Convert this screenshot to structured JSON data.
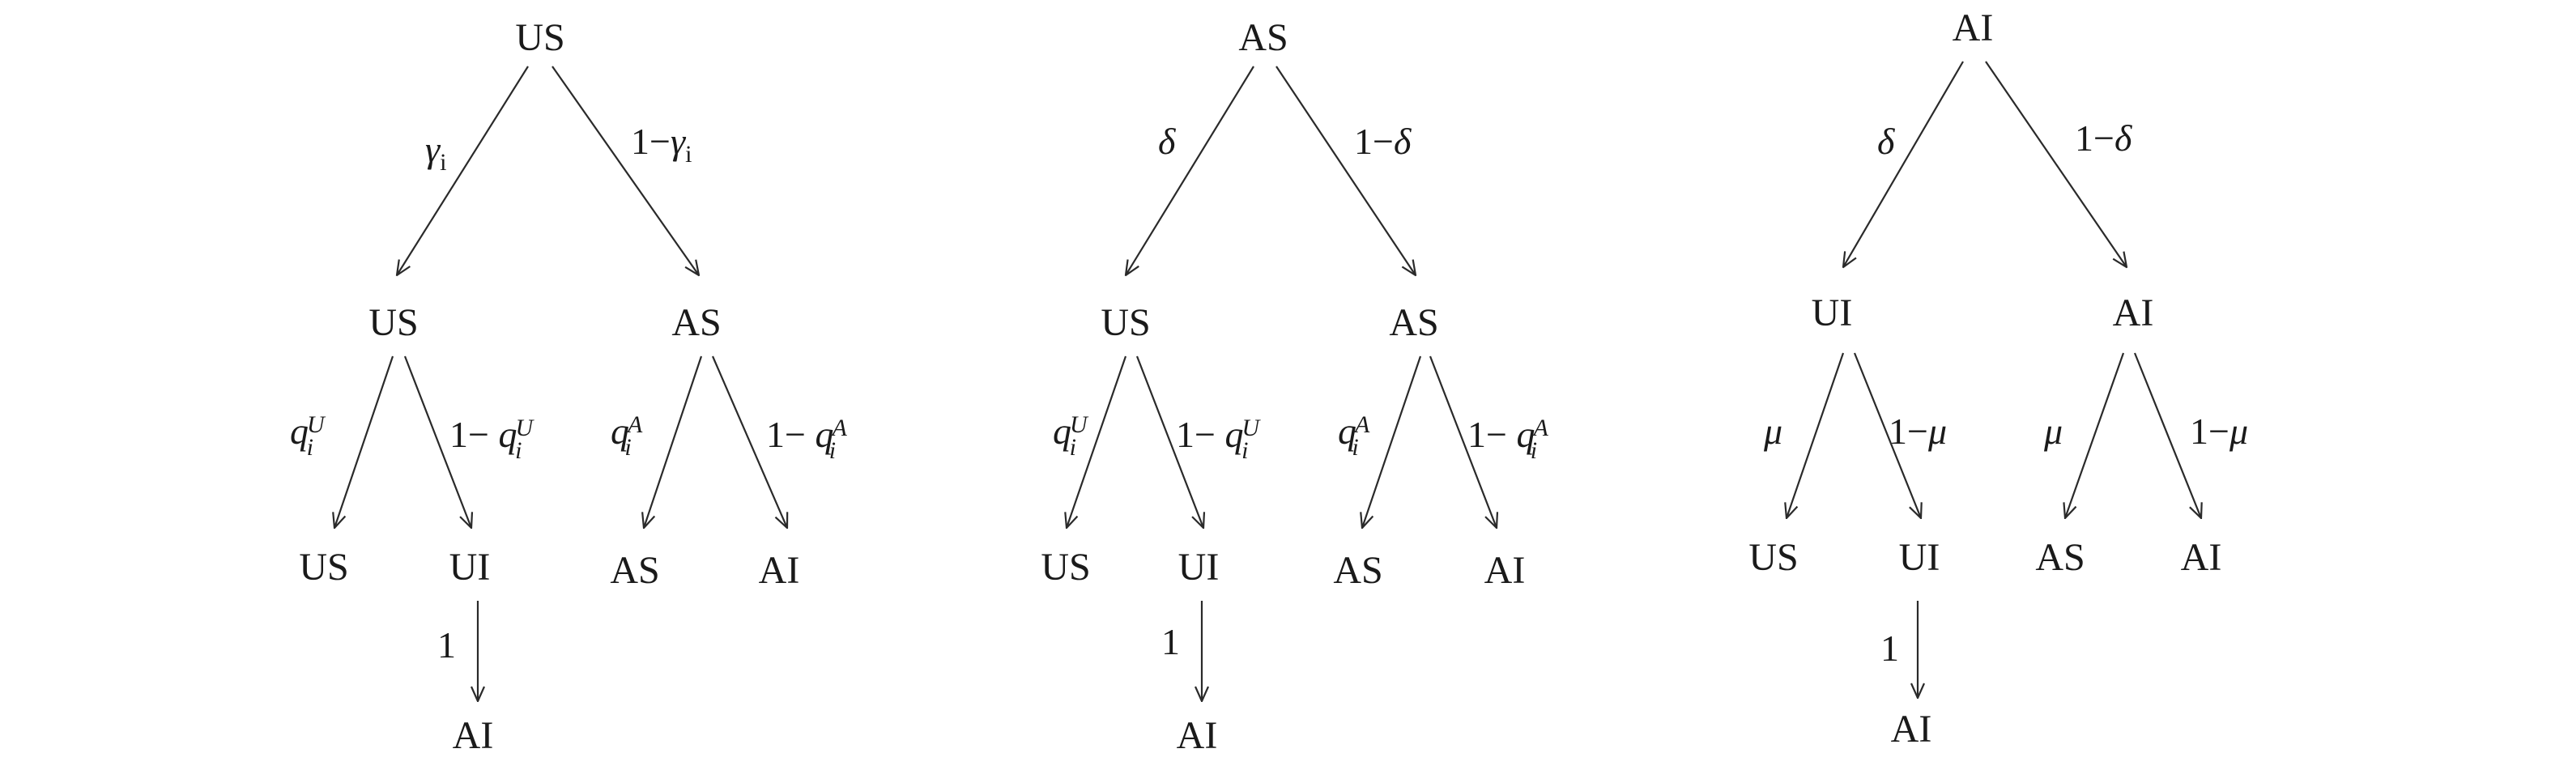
{
  "trees": [
    {
      "root": "US",
      "left": {
        "label": "γi",
        "node": "US",
        "children": [
          {
            "label": "qiU",
            "node": "US"
          },
          {
            "label": "1− qiU",
            "node": "UI",
            "next": {
              "label": "1",
              "node": "AI"
            }
          }
        ]
      },
      "right": {
        "label": "1−γi",
        "node": "AS",
        "children": [
          {
            "label": "qiA",
            "node": "AS"
          },
          {
            "label": "1− qiA",
            "node": "AI"
          }
        ]
      }
    },
    {
      "root": "AS",
      "left": {
        "label": "δ",
        "node": "US",
        "children": [
          {
            "label": "qiU",
            "node": "US"
          },
          {
            "label": "1− qiU",
            "node": "UI",
            "next": {
              "label": "1",
              "node": "AI"
            }
          }
        ]
      },
      "right": {
        "label": "1−δ",
        "node": "AS",
        "children": [
          {
            "label": "qiA",
            "node": "AS"
          },
          {
            "label": "1− qiA",
            "node": "AI"
          }
        ]
      }
    },
    {
      "root": "AI",
      "left": {
        "label": "δ",
        "node": "UI",
        "children": [
          {
            "label": "μ",
            "node": "US"
          },
          {
            "label": "1−μ",
            "node": "UI",
            "next": {
              "label": "1",
              "node": "AI"
            }
          }
        ]
      },
      "right": {
        "label": "1−δ",
        "node": "AI",
        "children": [
          {
            "label": "μ",
            "node": "AS"
          },
          {
            "label": "1−μ",
            "node": "AI"
          }
        ]
      }
    }
  ]
}
